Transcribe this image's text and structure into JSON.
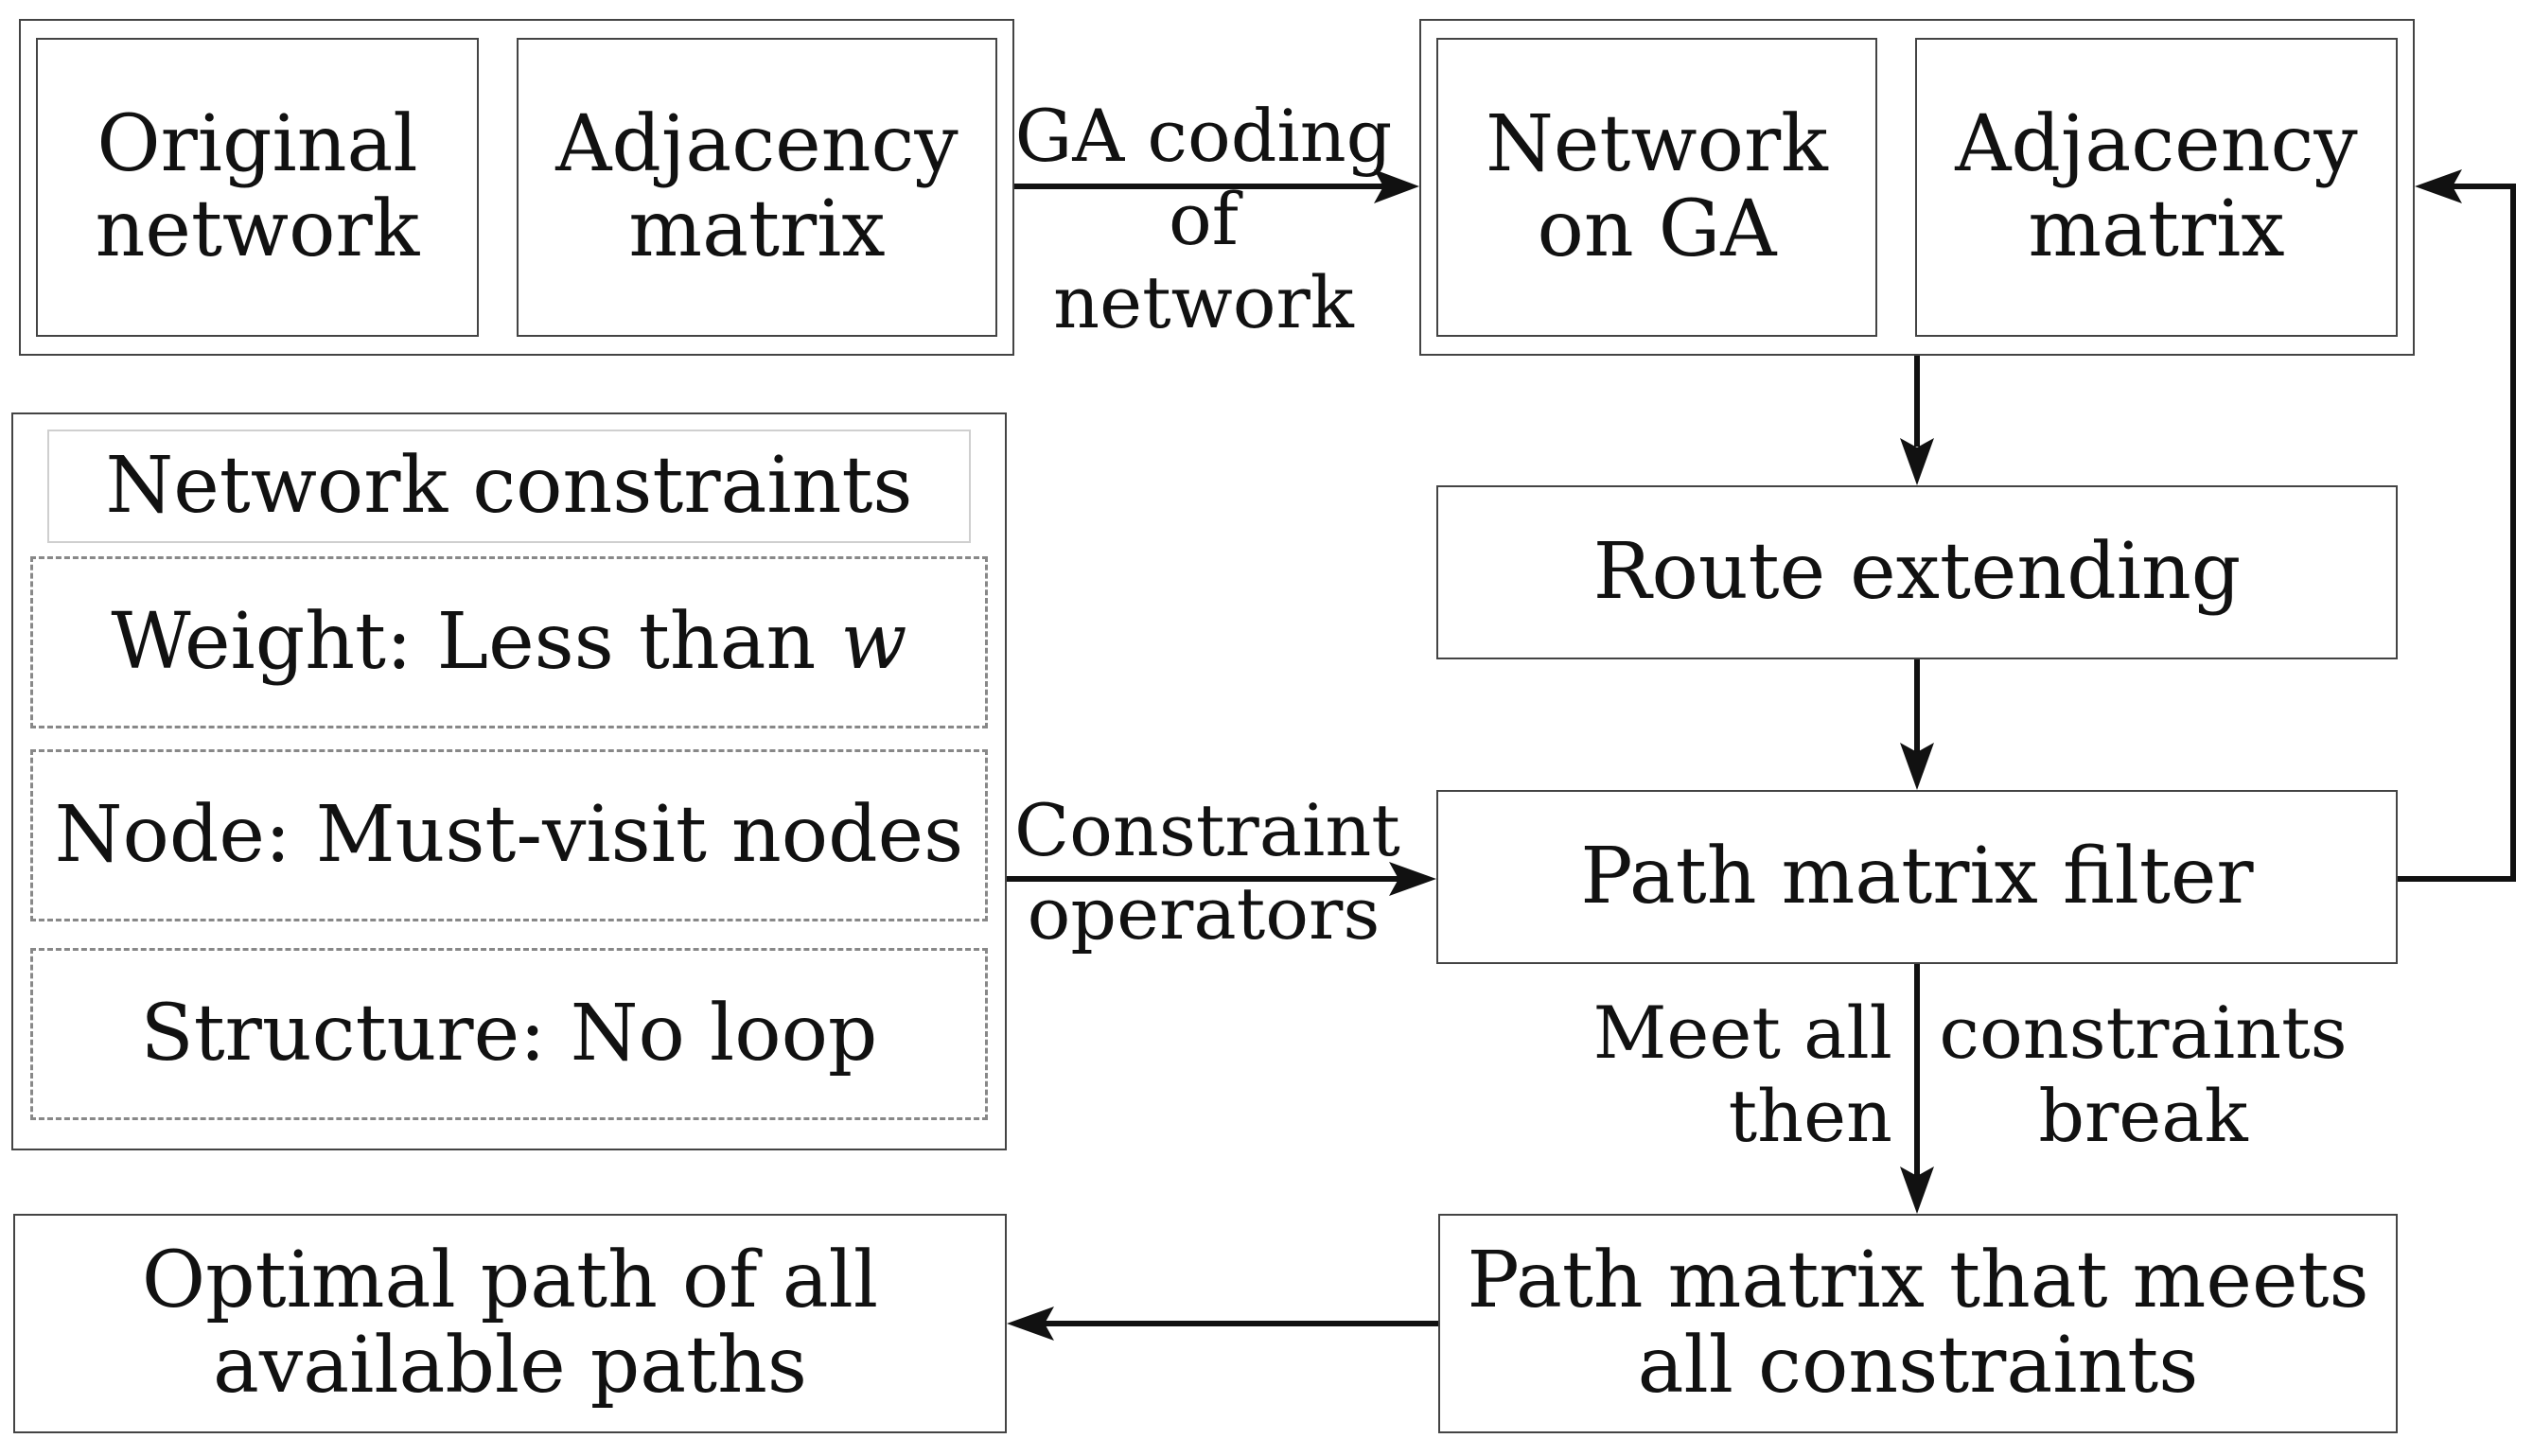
{
  "boxes": {
    "original_network": "Original\nnetwork",
    "adjacency_matrix_left": "Adjacency\nmatrix",
    "network_on_ga": "Network\non GA",
    "adjacency_matrix_right": "Adjacency\nmatrix",
    "route_extending": "Route extending",
    "path_matrix_filter": "Path matrix filter",
    "path_matrix_meets": "Path matrix that meets\nall constraints",
    "optimal_path": "Optimal path of all\navailable paths"
  },
  "constraints": {
    "title": "Network constraints",
    "weight_prefix": "Weight: Less than ",
    "weight_var": "w",
    "node": "Node: Must-visit nodes",
    "structure": "Structure: No loop"
  },
  "edge_labels": {
    "ga_coding": "GA coding\nof network",
    "constraint_operators": "Constraint\noperators",
    "meet_all_then": "Meet all\nthen",
    "constraints_break": "constraints\nbreak"
  }
}
